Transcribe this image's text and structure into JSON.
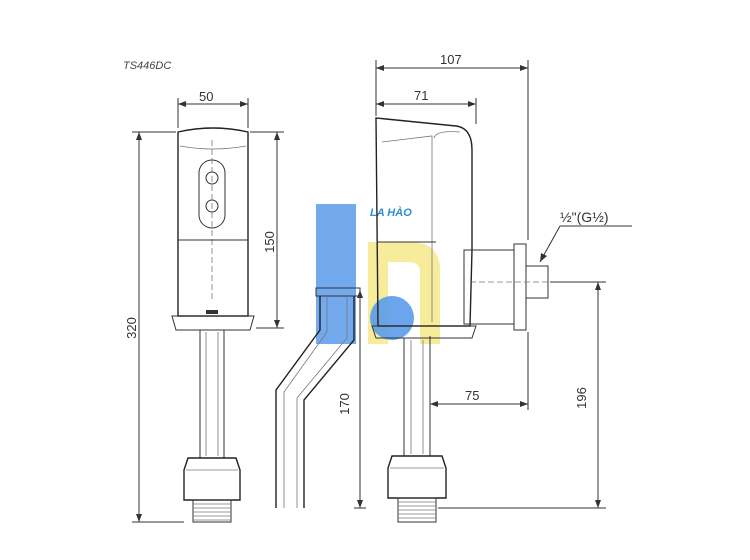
{
  "drawing": {
    "model": "TS446DC",
    "dimensions": {
      "front_width": "50",
      "front_sensor_height": "150",
      "total_height": "320",
      "side_pipe_height": "170",
      "side_depth_total": "107",
      "side_depth_body": "71",
      "side_offset": "75",
      "inlet_height": "196",
      "thread_spec": "½\"(G½)"
    },
    "watermark": {
      "text": "LA HÀO",
      "colors": {
        "blue": "#5b9bea",
        "yellow": "#f4e98a"
      }
    }
  }
}
